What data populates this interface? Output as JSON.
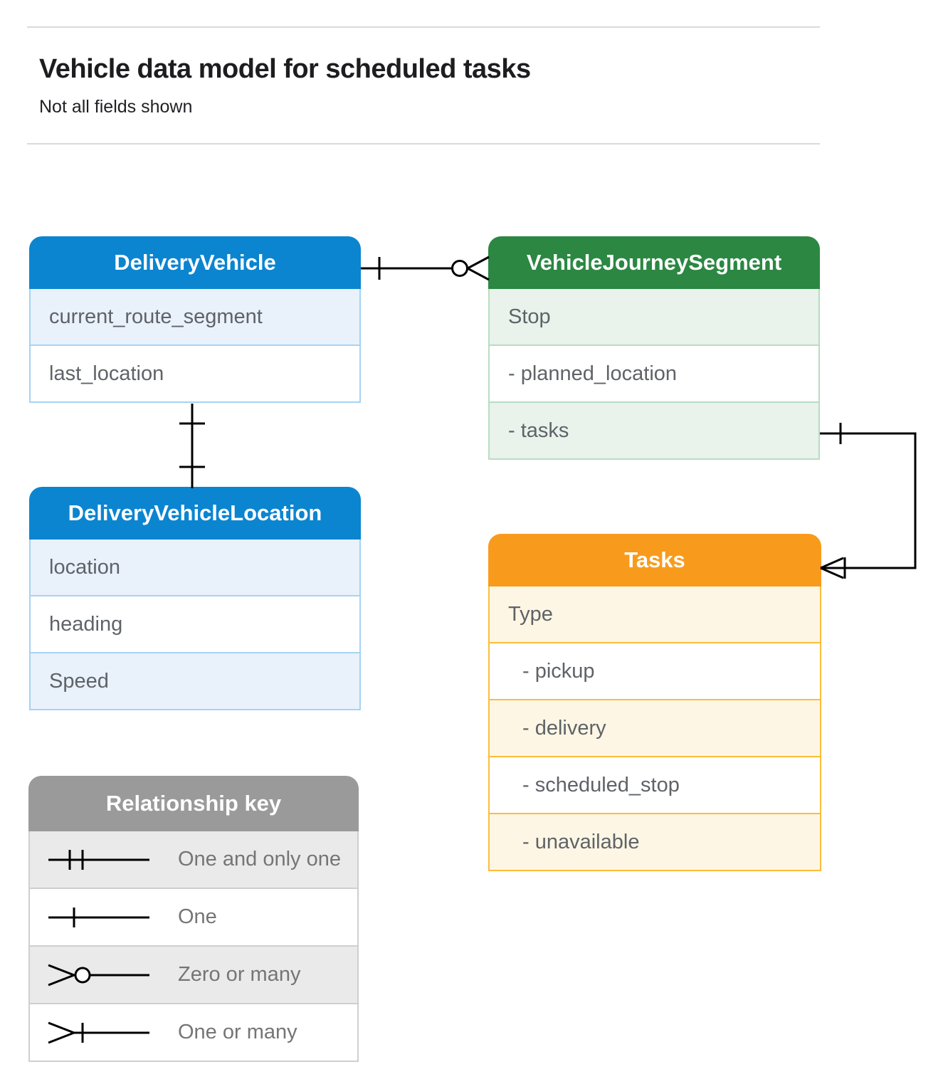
{
  "header": {
    "title": "Vehicle data model for scheduled tasks",
    "subtitle": "Not all fields shown"
  },
  "entities": [
    {
      "name": "DeliveryVehicle",
      "theme_color": "#0b85d0",
      "fields": [
        "current_route_segment",
        "last_location"
      ]
    },
    {
      "name": "VehicleJourneySegment",
      "theme_color": "#2b8742",
      "fields": [
        "Stop",
        "- planned_location",
        "- tasks"
      ]
    },
    {
      "name": "DeliveryVehicleLocation",
      "theme_color": "#0b85d0",
      "fields": [
        "location",
        "heading",
        "Speed"
      ]
    },
    {
      "name": "Tasks",
      "theme_color": "#f89b1c",
      "fields": [
        "Type",
        "- pickup",
        "- delivery",
        "- scheduled_stop",
        "- unavailable"
      ]
    }
  ],
  "relationships": [
    {
      "from": "DeliveryVehicle",
      "to": "VehicleJourneySegment",
      "from_cardinality": "one",
      "to_cardinality": "zero-or-many"
    },
    {
      "from": "DeliveryVehicle",
      "to": "DeliveryVehicleLocation",
      "from_cardinality": "one",
      "to_cardinality": "one"
    },
    {
      "from": "VehicleJourneySegment.tasks",
      "to": "Tasks",
      "from_cardinality": "one",
      "to_cardinality": "one-or-many"
    }
  ],
  "legend": {
    "title": "Relationship key",
    "items": [
      {
        "icon": "one-and-only-one-icon",
        "label": "One and only one"
      },
      {
        "icon": "one-icon",
        "label": "One"
      },
      {
        "icon": "zero-or-many-icon",
        "label": "Zero or many"
      },
      {
        "icon": "one-or-many-icon",
        "label": "One or many"
      }
    ]
  },
  "colors": {
    "blue_header": "#0b85d0",
    "blue_row": "#e9f1fb",
    "blue_border": "#a6d3f2",
    "green_header": "#2b8742",
    "green_row": "#e9f2eb",
    "green_border": "#b9dcc2",
    "orange_header": "#f89b1c",
    "orange_row": "#fdf6e4",
    "orange_border": "#fbbd3c",
    "key_header": "#9a9a9a",
    "key_row": "#eaeaea",
    "key_border": "#cfcfcf",
    "connector": "#000000",
    "divider": "#dadada",
    "field_text": "#5f6368"
  }
}
